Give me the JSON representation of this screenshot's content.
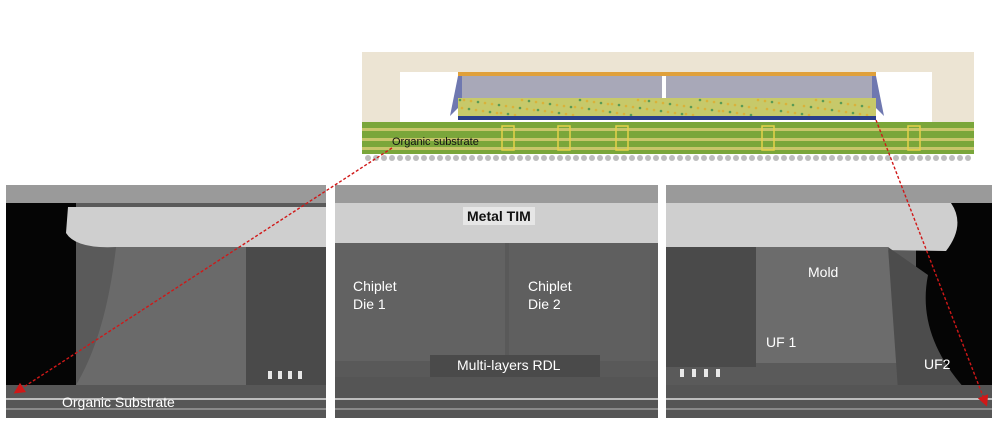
{
  "package": {
    "substrate_label": "Organic substrate"
  },
  "panels": {
    "left": {
      "substrate_label": "Organic Substrate"
    },
    "center": {
      "tim_label": "Metal TIM",
      "die1_label": "Chiplet\nDie 1",
      "die2_label": "Chiplet\nDie 2",
      "rdl_label": "Multi-layers RDL"
    },
    "right": {
      "mold_label": "Mold",
      "uf1_label": "UF 1",
      "uf2_label": "UF2"
    }
  },
  "colors": {
    "arrow": "#d01818",
    "substrate_green": "#7aa63a",
    "lid_beige": "#ece4d3",
    "sem_gray": "#5c5c5c"
  }
}
